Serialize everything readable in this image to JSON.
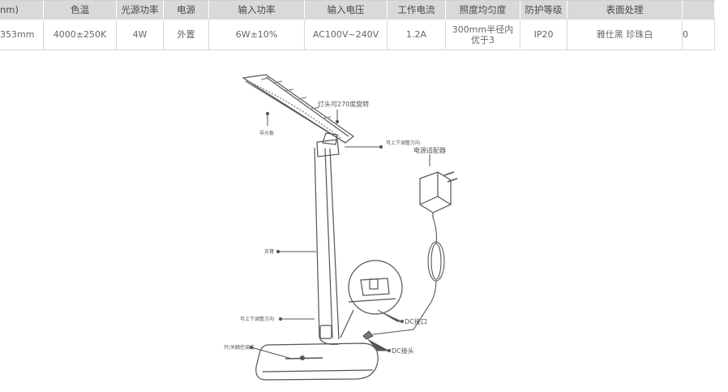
{
  "spec_table": {
    "headers": [
      "nm)",
      "色温",
      "光源功率",
      "电源",
      "输入功率",
      "输入电压",
      "工作电流",
      "照度均匀度",
      "防护等级",
      "表面处理",
      ""
    ],
    "values": [
      "353mm",
      "4000±250K",
      "4W",
      "外置",
      "6W±10%",
      "AC100V~240V",
      "1.2A",
      "300mm半径内优于3",
      "IP20",
      "雅仕黑 珍珠白",
      "0"
    ]
  },
  "diagram": {
    "callouts": {
      "lamp_head_rotation": "灯头可270度旋转",
      "light_guide_plate": "导光板",
      "adjust_direction_top": "可上下调整方向",
      "power_adapter": "电源适配器",
      "support_arm": "支臂",
      "adjust_direction_bottom": "可上下调整方向",
      "switch_dimming": "开/关触控调光",
      "dc_socket": "DC接口",
      "dc_plug": "DC接头"
    }
  }
}
